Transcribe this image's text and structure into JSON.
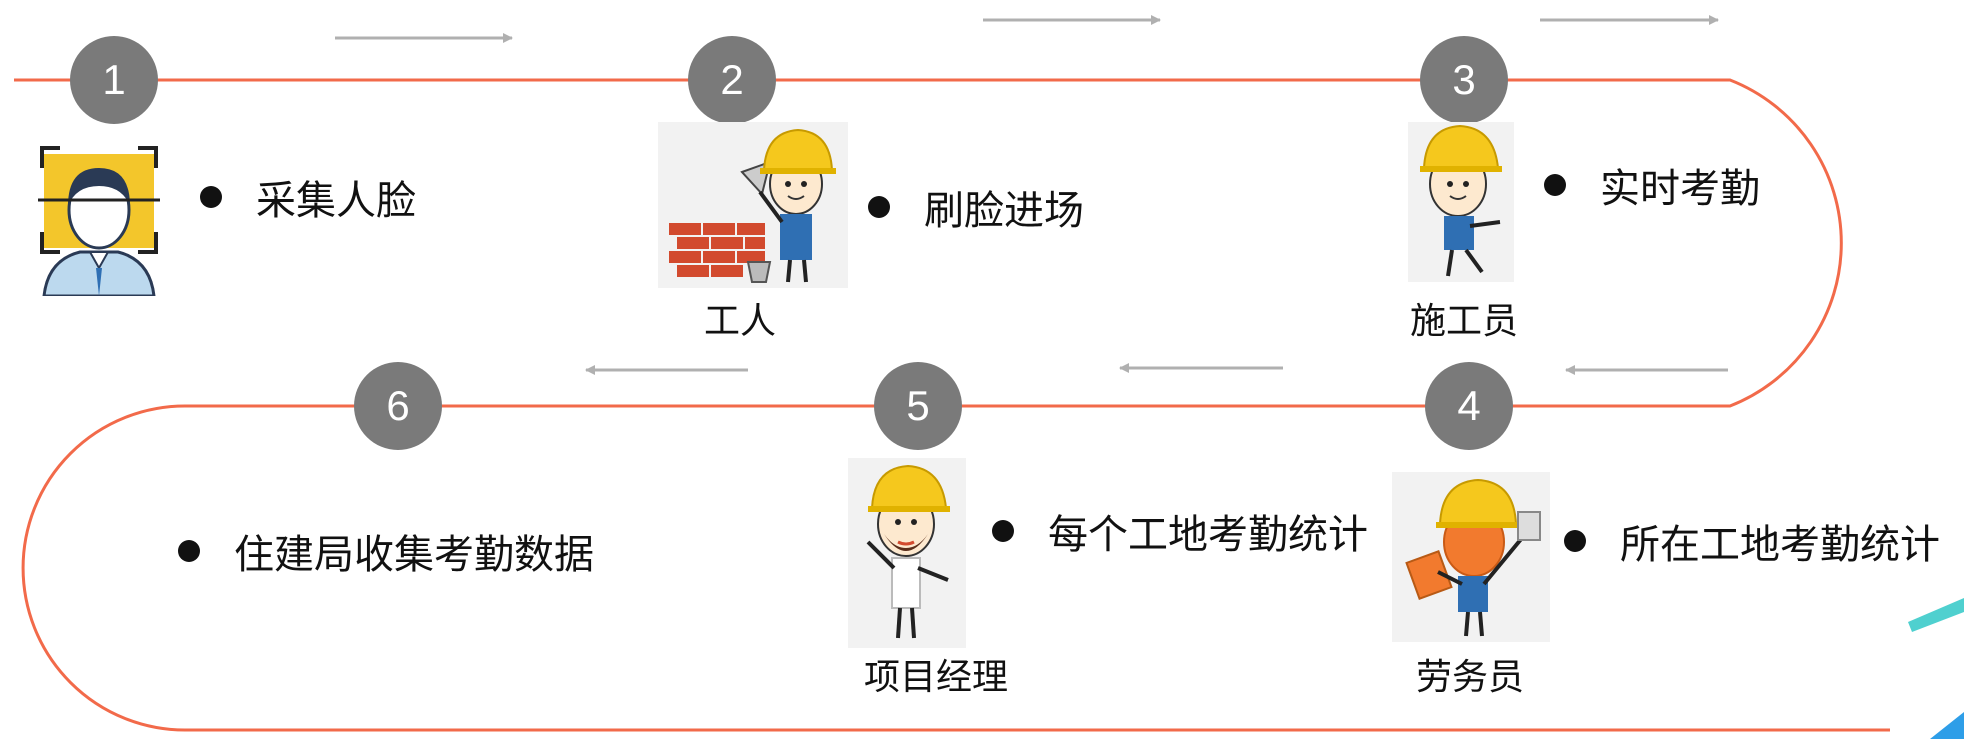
{
  "colors": {
    "path": "#f26a4a",
    "badge": "#7a7a7a",
    "arrow": "#b0b0b0",
    "helmet": "#f5c81d",
    "uniform": "#2f6fb3",
    "accent_cyan": "#4fd0cf",
    "accent_blue": "#2e9ee8"
  },
  "steps": [
    {
      "number": "1",
      "text": "采集人脸",
      "figure": "face-scan-icon"
    },
    {
      "number": "2",
      "text": "刷脸进场",
      "role": "工人",
      "figure": "worker-with-bricks-icon"
    },
    {
      "number": "3",
      "text": "实时考勤",
      "role": "施工员",
      "figure": "construction-officer-icon"
    },
    {
      "number": "4",
      "text": "所在工地考勤统计",
      "role": "劳务员",
      "figure": "labor-officer-icon"
    },
    {
      "number": "5",
      "text": "每个工地考勤统计",
      "role": "项目经理",
      "figure": "project-manager-icon"
    },
    {
      "number": "6",
      "text": "住建局收集考勤数据"
    }
  ]
}
